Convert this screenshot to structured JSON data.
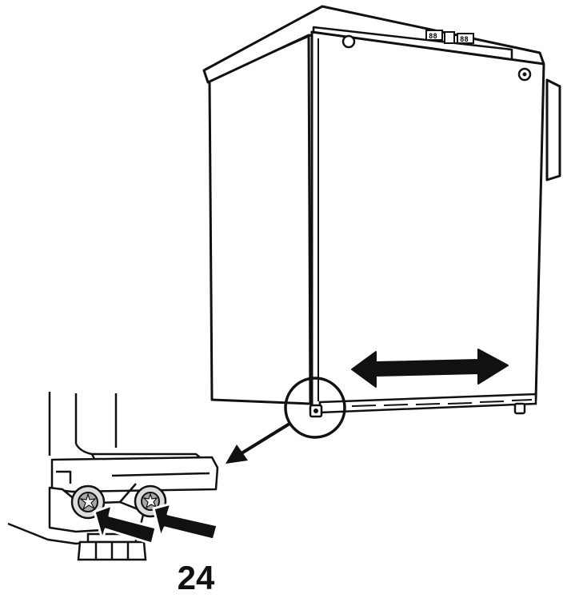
{
  "figure": {
    "number": "24"
  },
  "panel": {
    "left_display": "88",
    "right_display": "88"
  },
  "colors": {
    "ink": "#111111",
    "paper": "#ffffff",
    "shade": "#dcdcdc",
    "screw": "#a8a8a8"
  }
}
